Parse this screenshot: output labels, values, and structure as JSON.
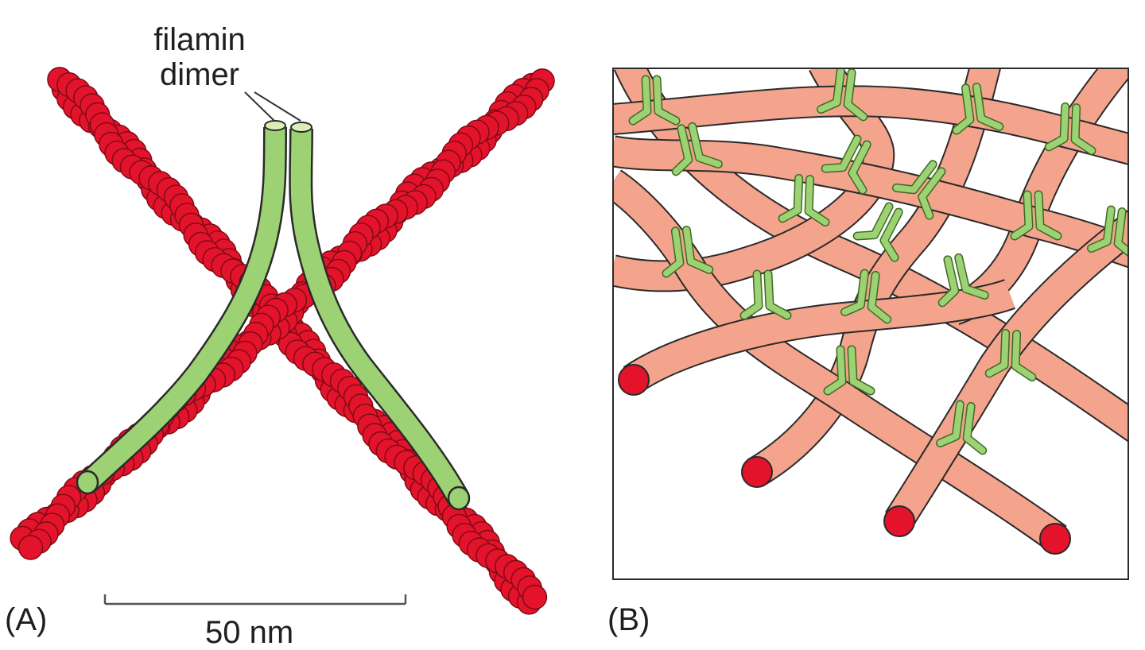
{
  "labels": {
    "filamin_line1": "filamin",
    "filamin_line2": "dimer",
    "panel_a": "(A)",
    "panel_b": "(B)",
    "scale": "50 nm"
  },
  "colors": {
    "actin_bead": "#e3132b",
    "actin_fiber": "#f4a48c",
    "filamin": "#9dd274",
    "filamin_end": "#d9efb5",
    "outline": "#2a2a2a"
  },
  "icons": [
    "actin-filament",
    "filamin-crosslinker"
  ]
}
